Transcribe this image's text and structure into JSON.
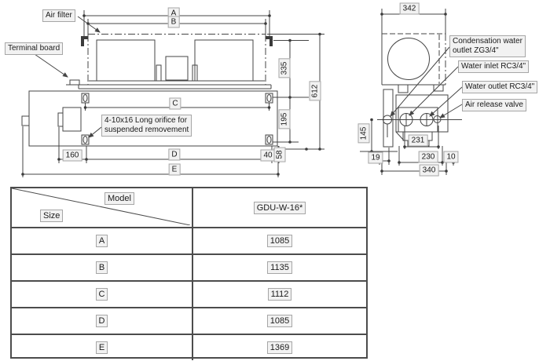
{
  "front_view": {
    "labels": {
      "air_filter": "Air filter",
      "terminal_board": "Terminal board",
      "orifice_line1": "4-10x16 Long orifice for",
      "orifice_line2": "suspended removement"
    },
    "dims": {
      "A": "A",
      "B": "B",
      "C": "C",
      "D": "D",
      "E": "E",
      "h335": "335",
      "h612": "612",
      "h195": "195",
      "h58": "58",
      "w160": "160",
      "w40": "40"
    }
  },
  "side_view": {
    "dims": {
      "w342": "342",
      "h145": "145",
      "w19": "19",
      "w231": "231",
      "w230": "230",
      "w10": "10",
      "w340": "340"
    },
    "callouts": {
      "condensation_line1": "Condensation water",
      "condensation_line2": "outlet ZG3/4\"",
      "water_inlet": "Water inlet  RC3/4\"",
      "water_outlet": "Water outlet  RC3/4\"",
      "air_release": "Air release valve"
    }
  },
  "table": {
    "header": {
      "model": "Model",
      "size": "Size",
      "model_value": "GDU-W-16*"
    },
    "rows": [
      {
        "size": "A",
        "value": "1085"
      },
      {
        "size": "B",
        "value": "1135"
      },
      {
        "size": "C",
        "value": "1112"
      },
      {
        "size": "D",
        "value": "1085"
      },
      {
        "size": "E",
        "value": "1369"
      }
    ]
  },
  "colors": {
    "line": "#454545",
    "chip_bg": "#f2f2f2"
  }
}
